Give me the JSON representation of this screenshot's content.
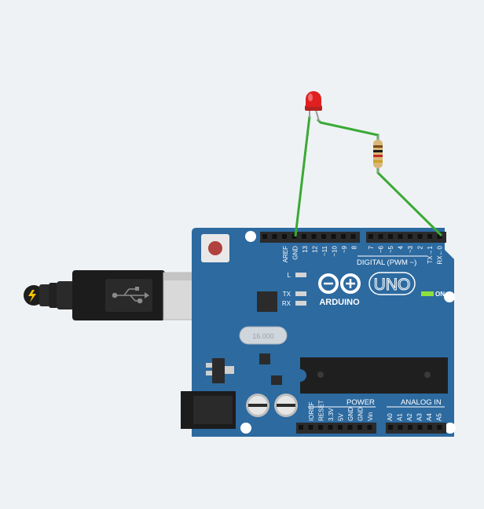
{
  "board": {
    "brand": "ARDUINO",
    "model": "UNO",
    "digital_header_label": "DIGITAL (PWM ~)",
    "power_header_label": "POWER",
    "analog_header_label": "ANALOG IN",
    "on_label": "ON",
    "led_l_label": "L",
    "led_tx_label": "TX",
    "led_rx_label": "RX",
    "crystal_label": "16.000",
    "digital_left_pins": [
      "AREF",
      "GND",
      "13",
      "12",
      "~11",
      "~10",
      "~9",
      "8"
    ],
    "digital_right_pins": [
      "7",
      "~6",
      "~5",
      "4",
      "~3",
      "2",
      "TX→1",
      "RX←0"
    ],
    "power_pins": [
      "IOREF",
      "RESET",
      "3.3V",
      "5V",
      "GND",
      "GND",
      "Vin"
    ],
    "analog_pins": [
      "A0",
      "A1",
      "A2",
      "A3",
      "A4",
      "A5"
    ],
    "board_color": "#2c6aa0",
    "header_color": "#2b2b2b"
  },
  "components": {
    "led": {
      "type": "LED",
      "color": "#e02020"
    },
    "resistor": {
      "type": "resistor"
    },
    "usb_cable": {
      "type": "usb-cable"
    }
  },
  "wires": {
    "color": "#3aaa35"
  },
  "icons": {
    "usb": "usb-icon",
    "power_plug": "lightning-icon"
  }
}
